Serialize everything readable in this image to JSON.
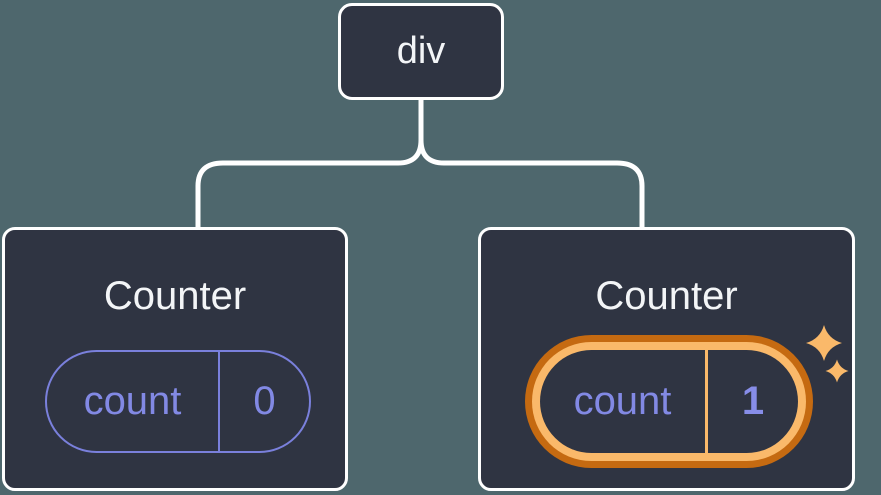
{
  "diagram": {
    "root": {
      "label": "div"
    },
    "children": [
      {
        "title": "Counter",
        "state_key": "count",
        "state_value": "0",
        "highlighted": false
      },
      {
        "title": "Counter",
        "state_key": "count",
        "state_value": "1",
        "highlighted": true
      }
    ]
  },
  "colors": {
    "page_background": "#4E676D",
    "node_fill": "#2F3442",
    "node_border": "#FFFFFF",
    "connector": "#FFFFFF",
    "state_text_purple": "#8289E4",
    "state_border_purple": "#7A80DC",
    "highlight_orange_dark": "#C56A11",
    "highlight_orange_light": "#FAB96A"
  }
}
